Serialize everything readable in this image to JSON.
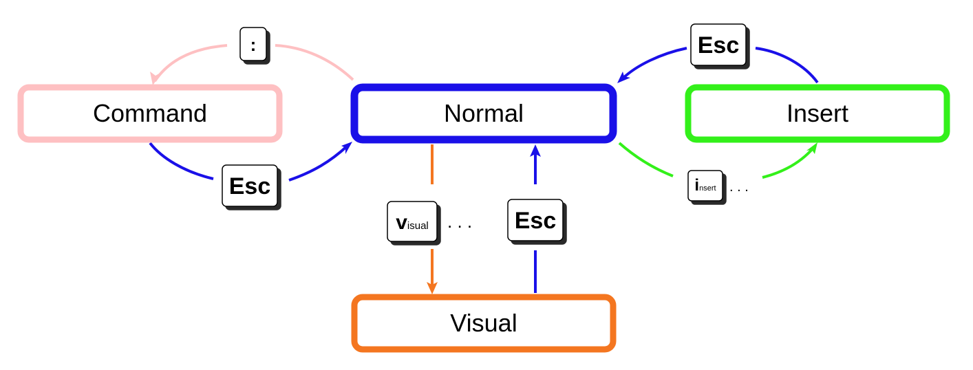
{
  "states": {
    "command": {
      "label": "Command",
      "color": "#fec0c2"
    },
    "normal": {
      "label": "Normal",
      "color": "#1a10e8"
    },
    "insert": {
      "label": "Insert",
      "color": "#33f01a"
    },
    "visual": {
      "label": "Visual",
      "color": "#f47620"
    }
  },
  "keys": {
    "colon": ":",
    "esc_command": "Esc",
    "esc_insert": "Esc",
    "esc_visual": "Esc",
    "v_main": "v",
    "v_sub": "isual",
    "i_main": "i",
    "i_sub": "nsert",
    "dots_visual": ". . .",
    "dots_insert": ". . ."
  },
  "transitions": [
    {
      "from": "Normal",
      "to": "Command",
      "key": ":"
    },
    {
      "from": "Command",
      "to": "Normal",
      "key": "Esc"
    },
    {
      "from": "Insert",
      "to": "Normal",
      "key": "Esc"
    },
    {
      "from": "Normal",
      "to": "Insert",
      "key": "insert ..."
    },
    {
      "from": "Normal",
      "to": "Visual",
      "key": "visual ..."
    },
    {
      "from": "Visual",
      "to": "Normal",
      "key": "Esc"
    }
  ]
}
